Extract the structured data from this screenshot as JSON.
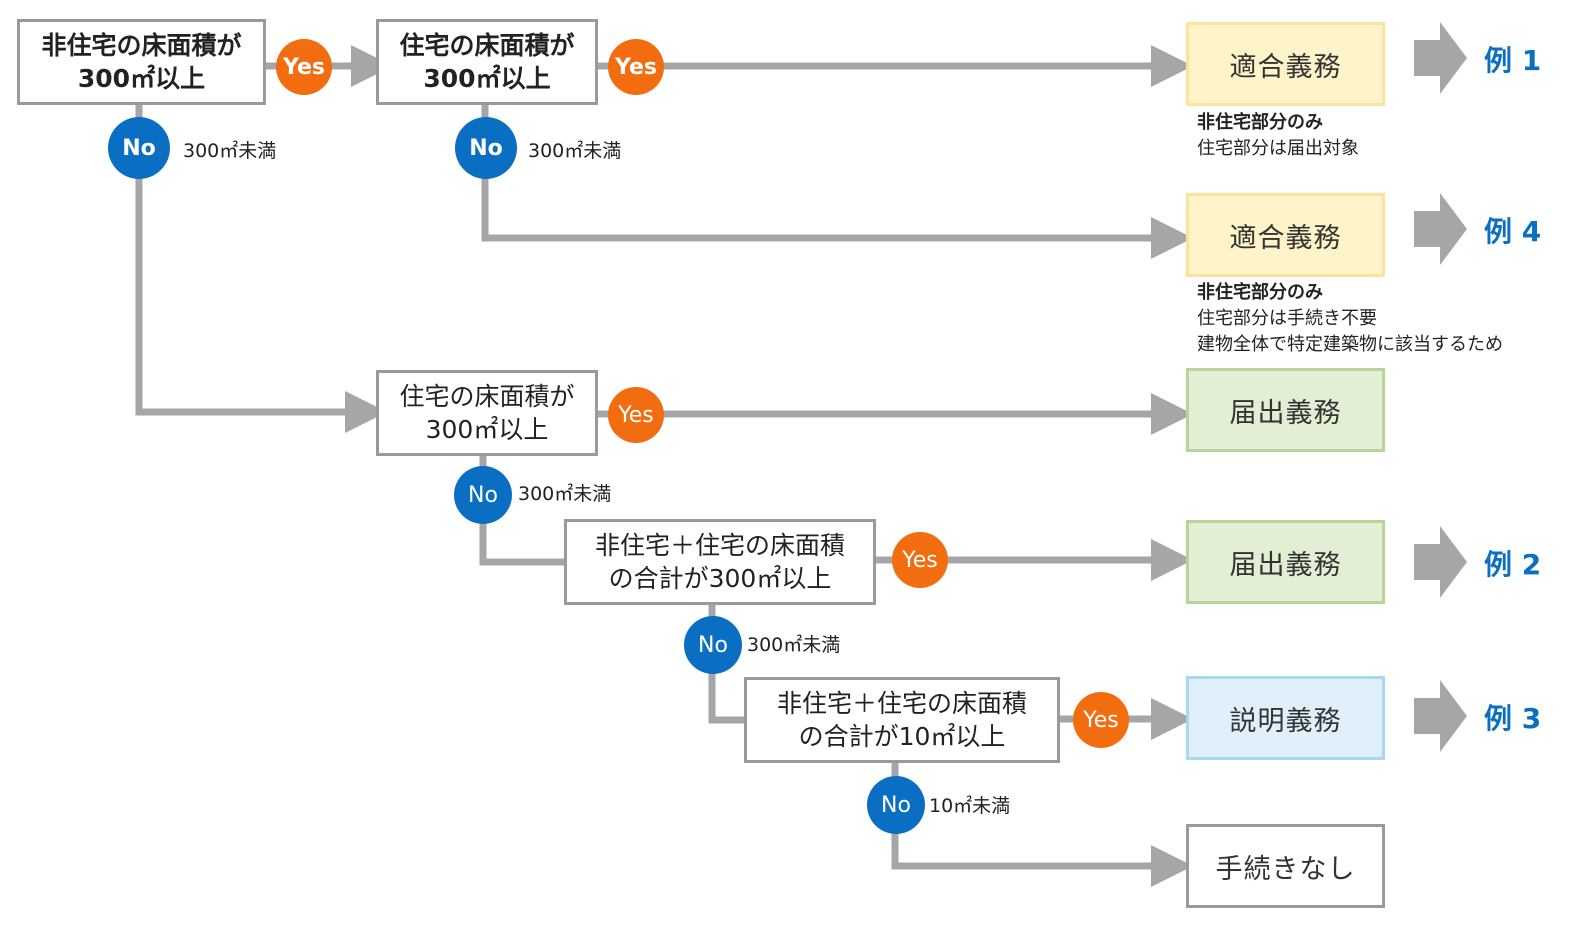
{
  "decisions": {
    "d1": [
      "非住宅の床面積が",
      "300㎡以上"
    ],
    "d2": [
      "住宅の床面積が",
      "300㎡以上"
    ],
    "d3": [
      "住宅の床面積が",
      "300㎡以上"
    ],
    "d4": [
      "非住宅＋住宅の床面積",
      "の合計が300㎡以上"
    ],
    "d5": [
      "非住宅＋住宅の床面積",
      "の合計が10㎡以上"
    ]
  },
  "yes_label": "Yes",
  "no_label": "No",
  "thresholds": {
    "t1": "300㎡未満",
    "t2": "300㎡未満",
    "t3": "300㎡未満",
    "t4": "300㎡未満",
    "t5": "10㎡未満"
  },
  "outcomes": {
    "o1": "適合義務",
    "o2": "適合義務",
    "o3": "届出義務",
    "o4": "届出義務",
    "o5": "説明義務",
    "o6": "手続きなし"
  },
  "notes": {
    "n1": [
      "非住宅部分のみ",
      "住宅部分は届出対象"
    ],
    "n2": [
      "非住宅部分のみ",
      "住宅部分は手続き不要",
      "建物全体で特定建築物に該当するため"
    ]
  },
  "examples": {
    "e1": "例 1",
    "e4": "例 4",
    "e2": "例 2",
    "e3": "例 3"
  },
  "colors": {
    "line": "#a6a6a6",
    "yes": "#f26c10",
    "no": "#0a6fc2",
    "compliance": "#fff3c9",
    "notification": "#e3efd4",
    "explanation": "#dff0fb"
  }
}
